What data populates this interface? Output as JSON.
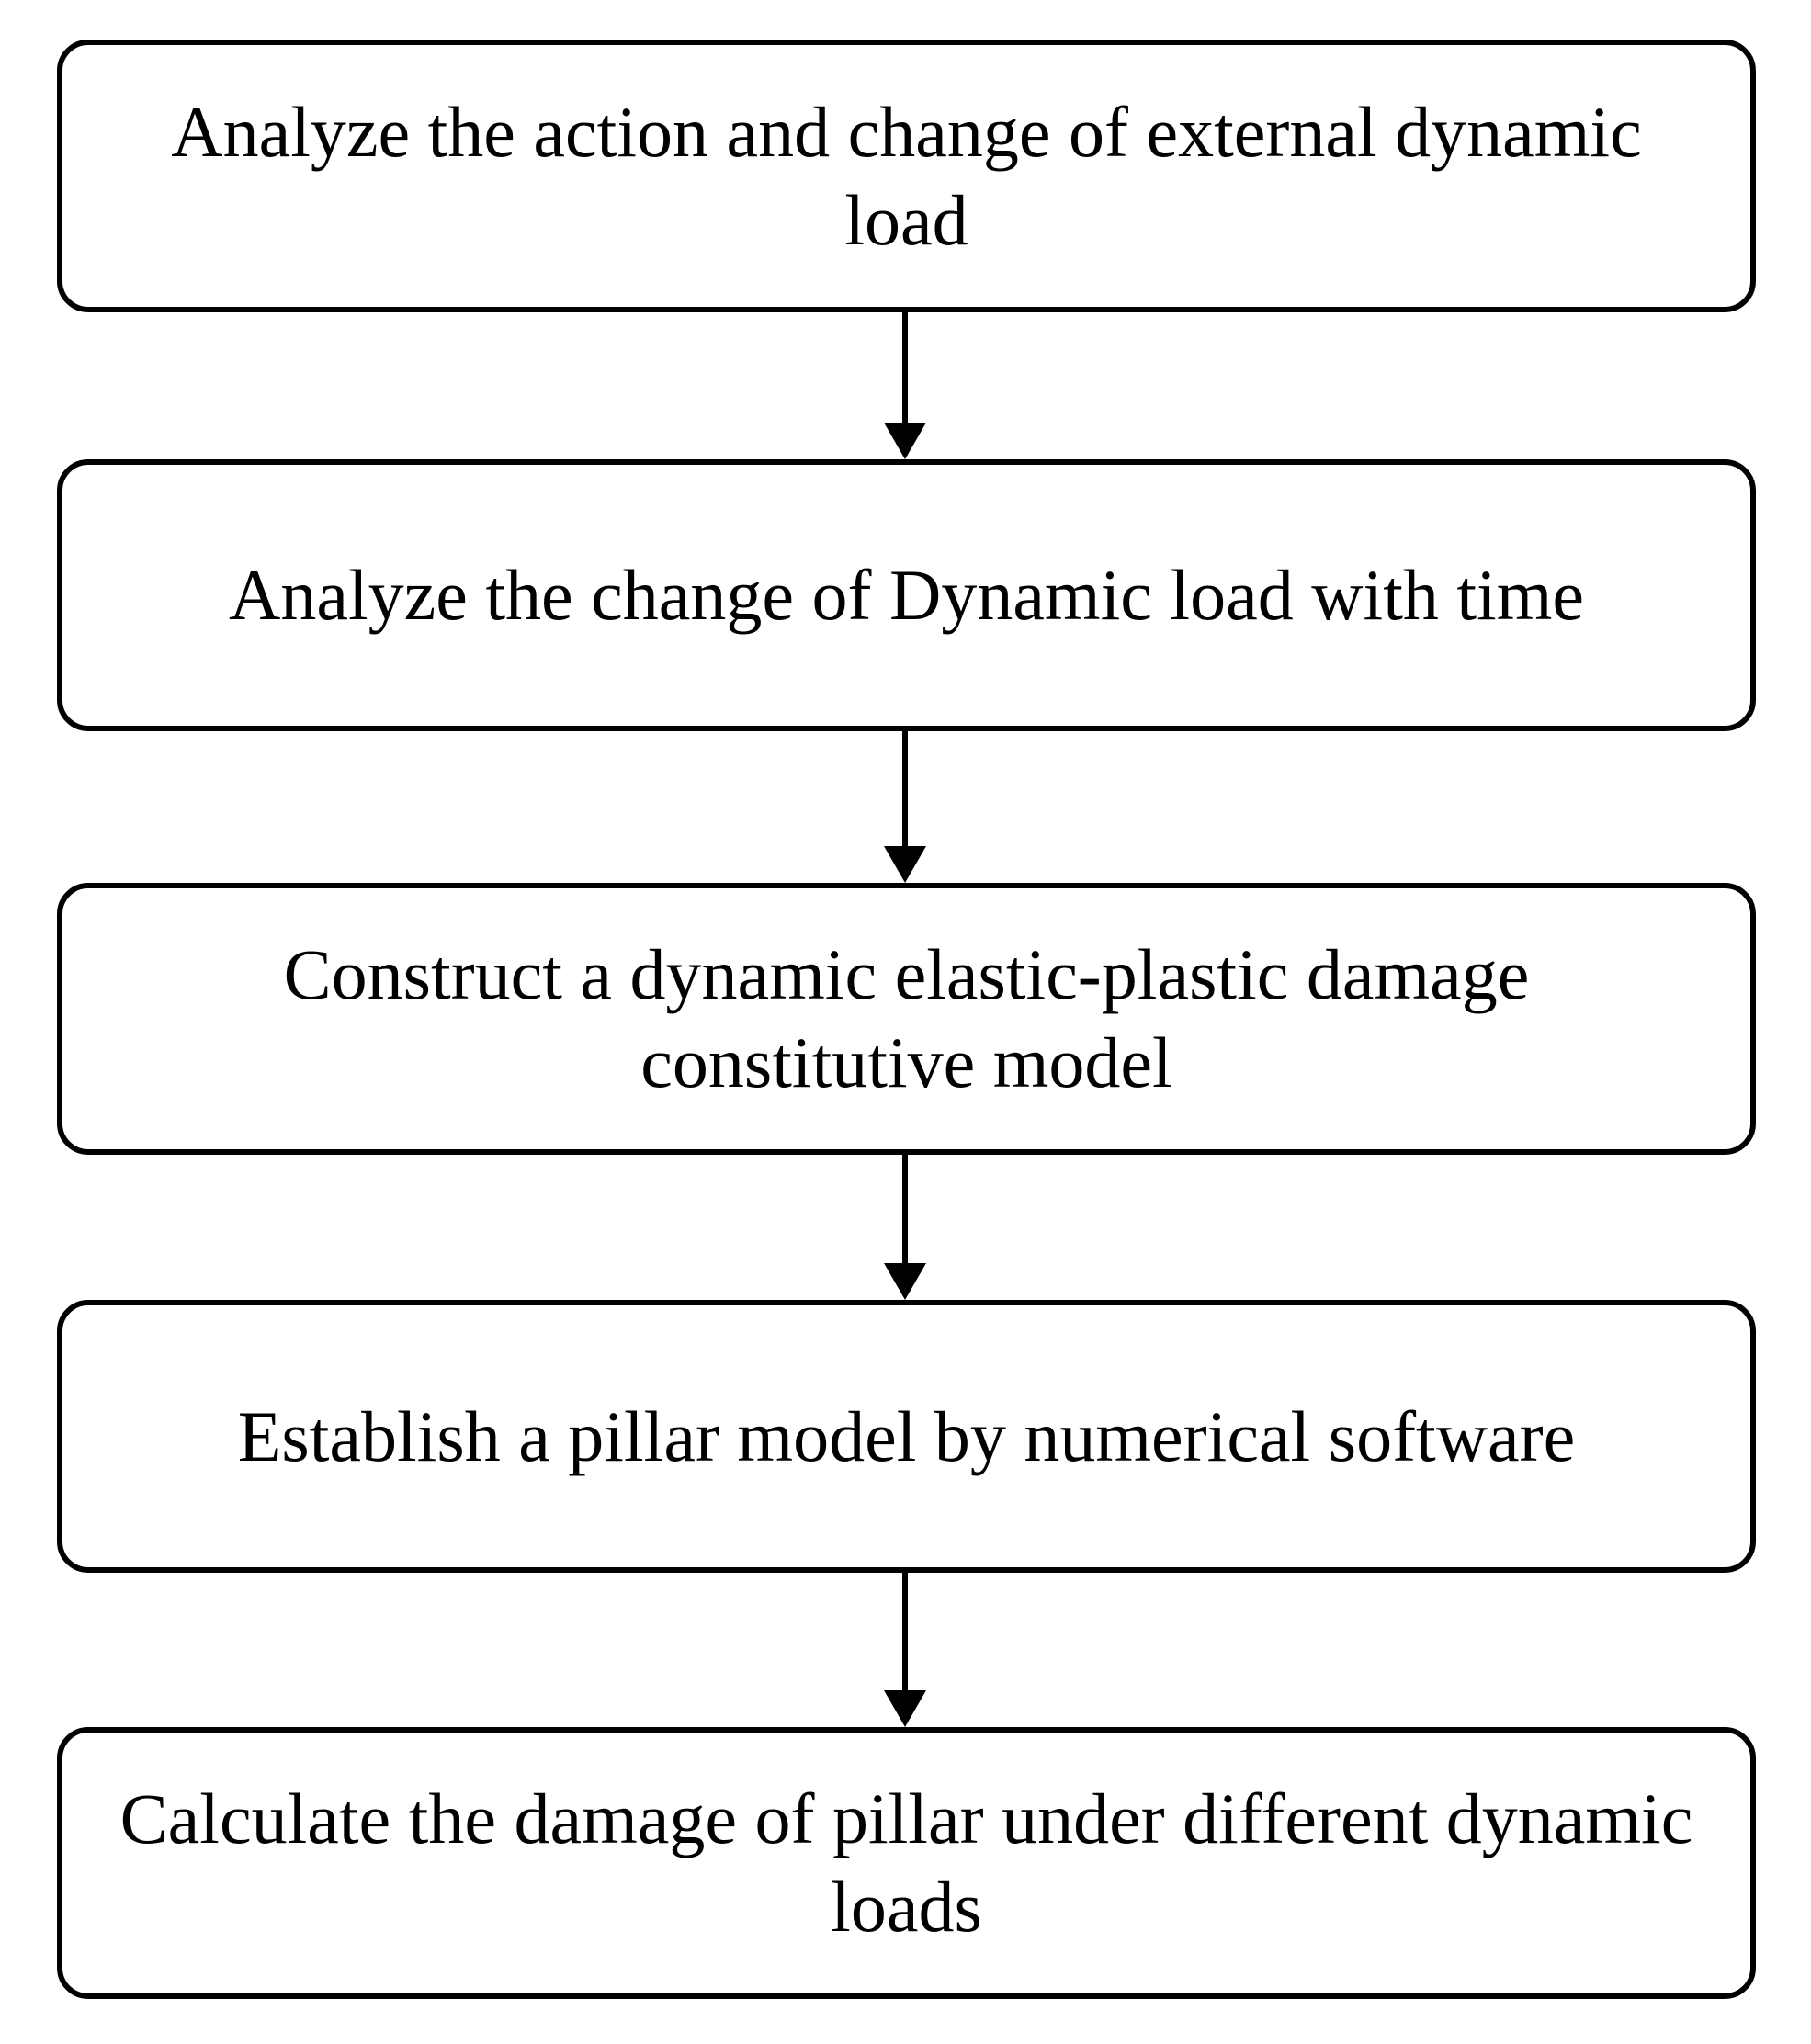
{
  "diagram": {
    "type": "flowchart",
    "orientation": "vertical",
    "title": "",
    "node_shape": "rounded-rectangle",
    "colors": {
      "background": "#ffffff",
      "border": "#000000",
      "text": "#000000",
      "arrow": "#000000"
    },
    "nodes": [
      {
        "id": "node-1",
        "label": "Analyze the action and change of external dynamic load"
      },
      {
        "id": "node-2",
        "label": "Analyze the change of Dynamic load with time"
      },
      {
        "id": "node-3",
        "label": "Construct a dynamic elastic-plastic damage constitutive model"
      },
      {
        "id": "node-4",
        "label": "Establish a pillar model by numerical software"
      },
      {
        "id": "node-5",
        "label": "Calculate the damage of pillar under different dynamic loads"
      }
    ],
    "connectors": [
      {
        "id": "arrow-1",
        "from": "node-1",
        "to": "node-2",
        "style": "solid-arrow-down"
      },
      {
        "id": "arrow-2",
        "from": "node-2",
        "to": "node-3",
        "style": "solid-arrow-down"
      },
      {
        "id": "arrow-3",
        "from": "node-3",
        "to": "node-4",
        "style": "solid-arrow-down"
      },
      {
        "id": "arrow-4",
        "from": "node-4",
        "to": "node-5",
        "style": "solid-arrow-down"
      }
    ]
  }
}
